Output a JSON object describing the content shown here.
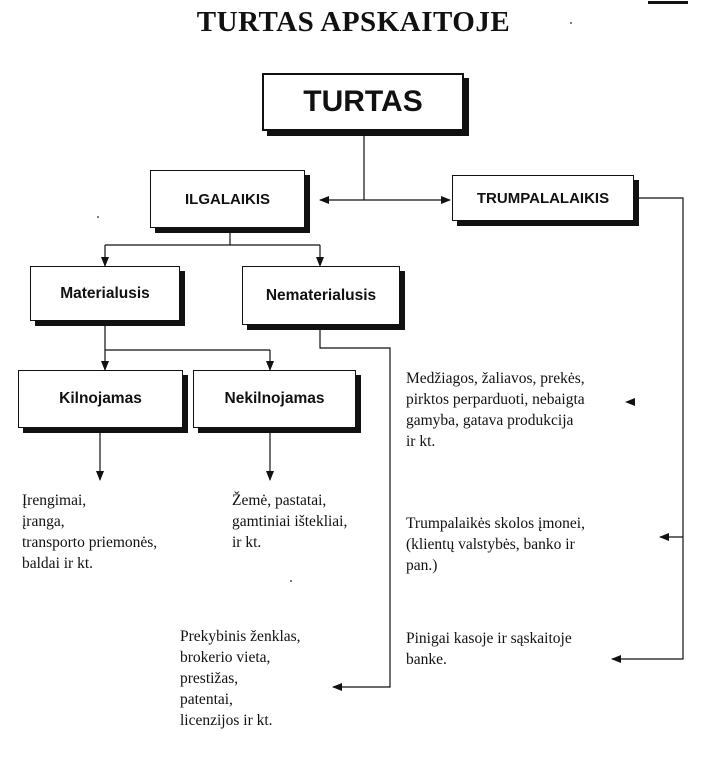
{
  "title": "TURTAS APSKAITOJE",
  "root": "TURTAS",
  "long_term": "ILGALAIKIS",
  "short_term": "TRUMPALALAIKIS",
  "tangible": "Materialusis",
  "intangible": "Nematerialusis",
  "movable": "Kilnojamas",
  "immovable": "Nekilnojamas",
  "movable_examples": [
    "Įrengimai,",
    "įranga,",
    "transporto priemonės,",
    "baldai ir kt."
  ],
  "immovable_examples": [
    "Žemė, pastatai,",
    "gamtiniai ištekliai,",
    "ir kt."
  ],
  "intangible_examples": [
    "Prekybinis ženklas,",
    "brokerio vieta,",
    "prestižas,",
    "patentai,",
    "licenzijos ir kt."
  ],
  "short_term_inventory": [
    "Medžiagos, žaliavos, prekės,",
    "pirktos perparduoti, nebaigta",
    "gamyba, gatava produkcija",
    "ir kt."
  ],
  "short_term_debts": [
    "Trumpalaikės skolos įmonei,",
    "(klientų valstybės, banko ir",
    "pan.)"
  ],
  "short_term_cash": [
    "Pinigai kasoje ir sąskaitoje",
    "banke."
  ]
}
